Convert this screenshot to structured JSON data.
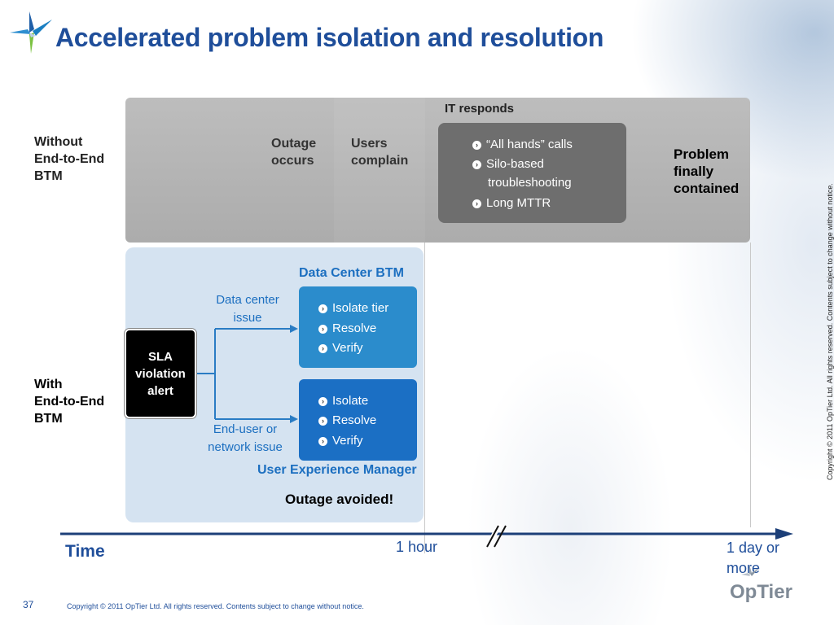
{
  "title": "Accelerated problem isolation and resolution",
  "without_row": {
    "label_line1": "Without",
    "label_line2": "End-to-End",
    "label_line3": "BTM",
    "it_responds": "IT responds",
    "outage_line1": "Outage",
    "outage_line2": "occurs",
    "users_line1": "Users",
    "users_line2": "complain",
    "it_items": [
      "“All hands” calls",
      "Silo-based",
      "troubleshooting",
      "Long MTTR"
    ],
    "problem_line1": "Problem",
    "problem_line2": "finally",
    "problem_line3": "contained"
  },
  "with_row": {
    "label_line1": "With",
    "label_line2": "End-to-End",
    "label_line3": "BTM",
    "sla_line1": "SLA",
    "sla_line2": "violation",
    "sla_line3": "alert",
    "dc_title": "Data Center BTM",
    "dc_issue_line1": "Data center",
    "dc_issue_line2": "issue",
    "dc_items": [
      "Isolate tier",
      "Resolve",
      "Verify"
    ],
    "eu_issue_line1": "End-user or",
    "eu_issue_line2": "network issue",
    "ux_items": [
      "Isolate",
      "Resolve",
      "Verify"
    ],
    "ux_title": "User Experience Manager",
    "outage_avoided": "Outage avoided!"
  },
  "timeline": {
    "time_label": "Time",
    "hour_label": "1 hour",
    "day_line1": "1 day or",
    "day_line2": "more"
  },
  "footer": {
    "page_number": "37",
    "copyright": "Copyright ©  2011 OpTier  Ltd. All rights reserved. Contents subject to change without notice.",
    "side_copyright": "Copyright ©  2011 OpTier  Ltd. All rights reserved. Contents subject to change without notice.",
    "logo_text": "OpTier"
  },
  "colors": {
    "title_blue": "#1f4e9a",
    "accent_blue": "#1c6fc0",
    "timeline_navy": "#1c3f78"
  }
}
